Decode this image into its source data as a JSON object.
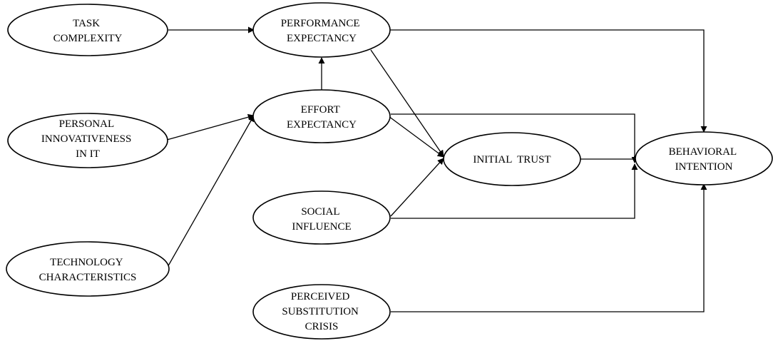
{
  "diagram": {
    "nodes": {
      "task_complexity": {
        "lines": [
          "TASK",
          "COMPLEXITY"
        ]
      },
      "personal_innovativeness": {
        "lines": [
          "PERSONAL",
          "INNOVATIVENESS",
          "IN IT"
        ]
      },
      "technology_characteristics": {
        "lines": [
          "TECHNOLOGY",
          "CHARACTERISTICS"
        ]
      },
      "performance_expectancy": {
        "lines": [
          "PERFORMANCE",
          "EXPECTANCY"
        ]
      },
      "effort_expectancy": {
        "lines": [
          "EFFORT",
          "EXPECTANCY"
        ]
      },
      "social_influence": {
        "lines": [
          "SOCIAL",
          "INFLUENCE"
        ]
      },
      "perceived_substitution_crisis": {
        "lines": [
          "PERCEIVED",
          "SUBSTITUTION",
          "CRISIS"
        ]
      },
      "initial_trust": {
        "lines": [
          "INITIAL  TRUST"
        ]
      },
      "behavioral_intention": {
        "lines": [
          "BEHAVIORAL",
          "INTENTION"
        ]
      }
    },
    "edges": [
      {
        "from": "task_complexity",
        "to": "performance_expectancy"
      },
      {
        "from": "personal_innovativeness",
        "to": "effort_expectancy"
      },
      {
        "from": "technology_characteristics",
        "to": "effort_expectancy"
      },
      {
        "from": "effort_expectancy",
        "to": "performance_expectancy"
      },
      {
        "from": "performance_expectancy",
        "to": "initial_trust"
      },
      {
        "from": "effort_expectancy",
        "to": "initial_trust"
      },
      {
        "from": "social_influence",
        "to": "initial_trust"
      },
      {
        "from": "performance_expectancy",
        "to": "behavioral_intention"
      },
      {
        "from": "effort_expectancy",
        "to": "behavioral_intention"
      },
      {
        "from": "initial_trust",
        "to": "behavioral_intention"
      },
      {
        "from": "social_influence",
        "to": "behavioral_intention"
      },
      {
        "from": "perceived_substitution_crisis",
        "to": "behavioral_intention"
      }
    ]
  }
}
